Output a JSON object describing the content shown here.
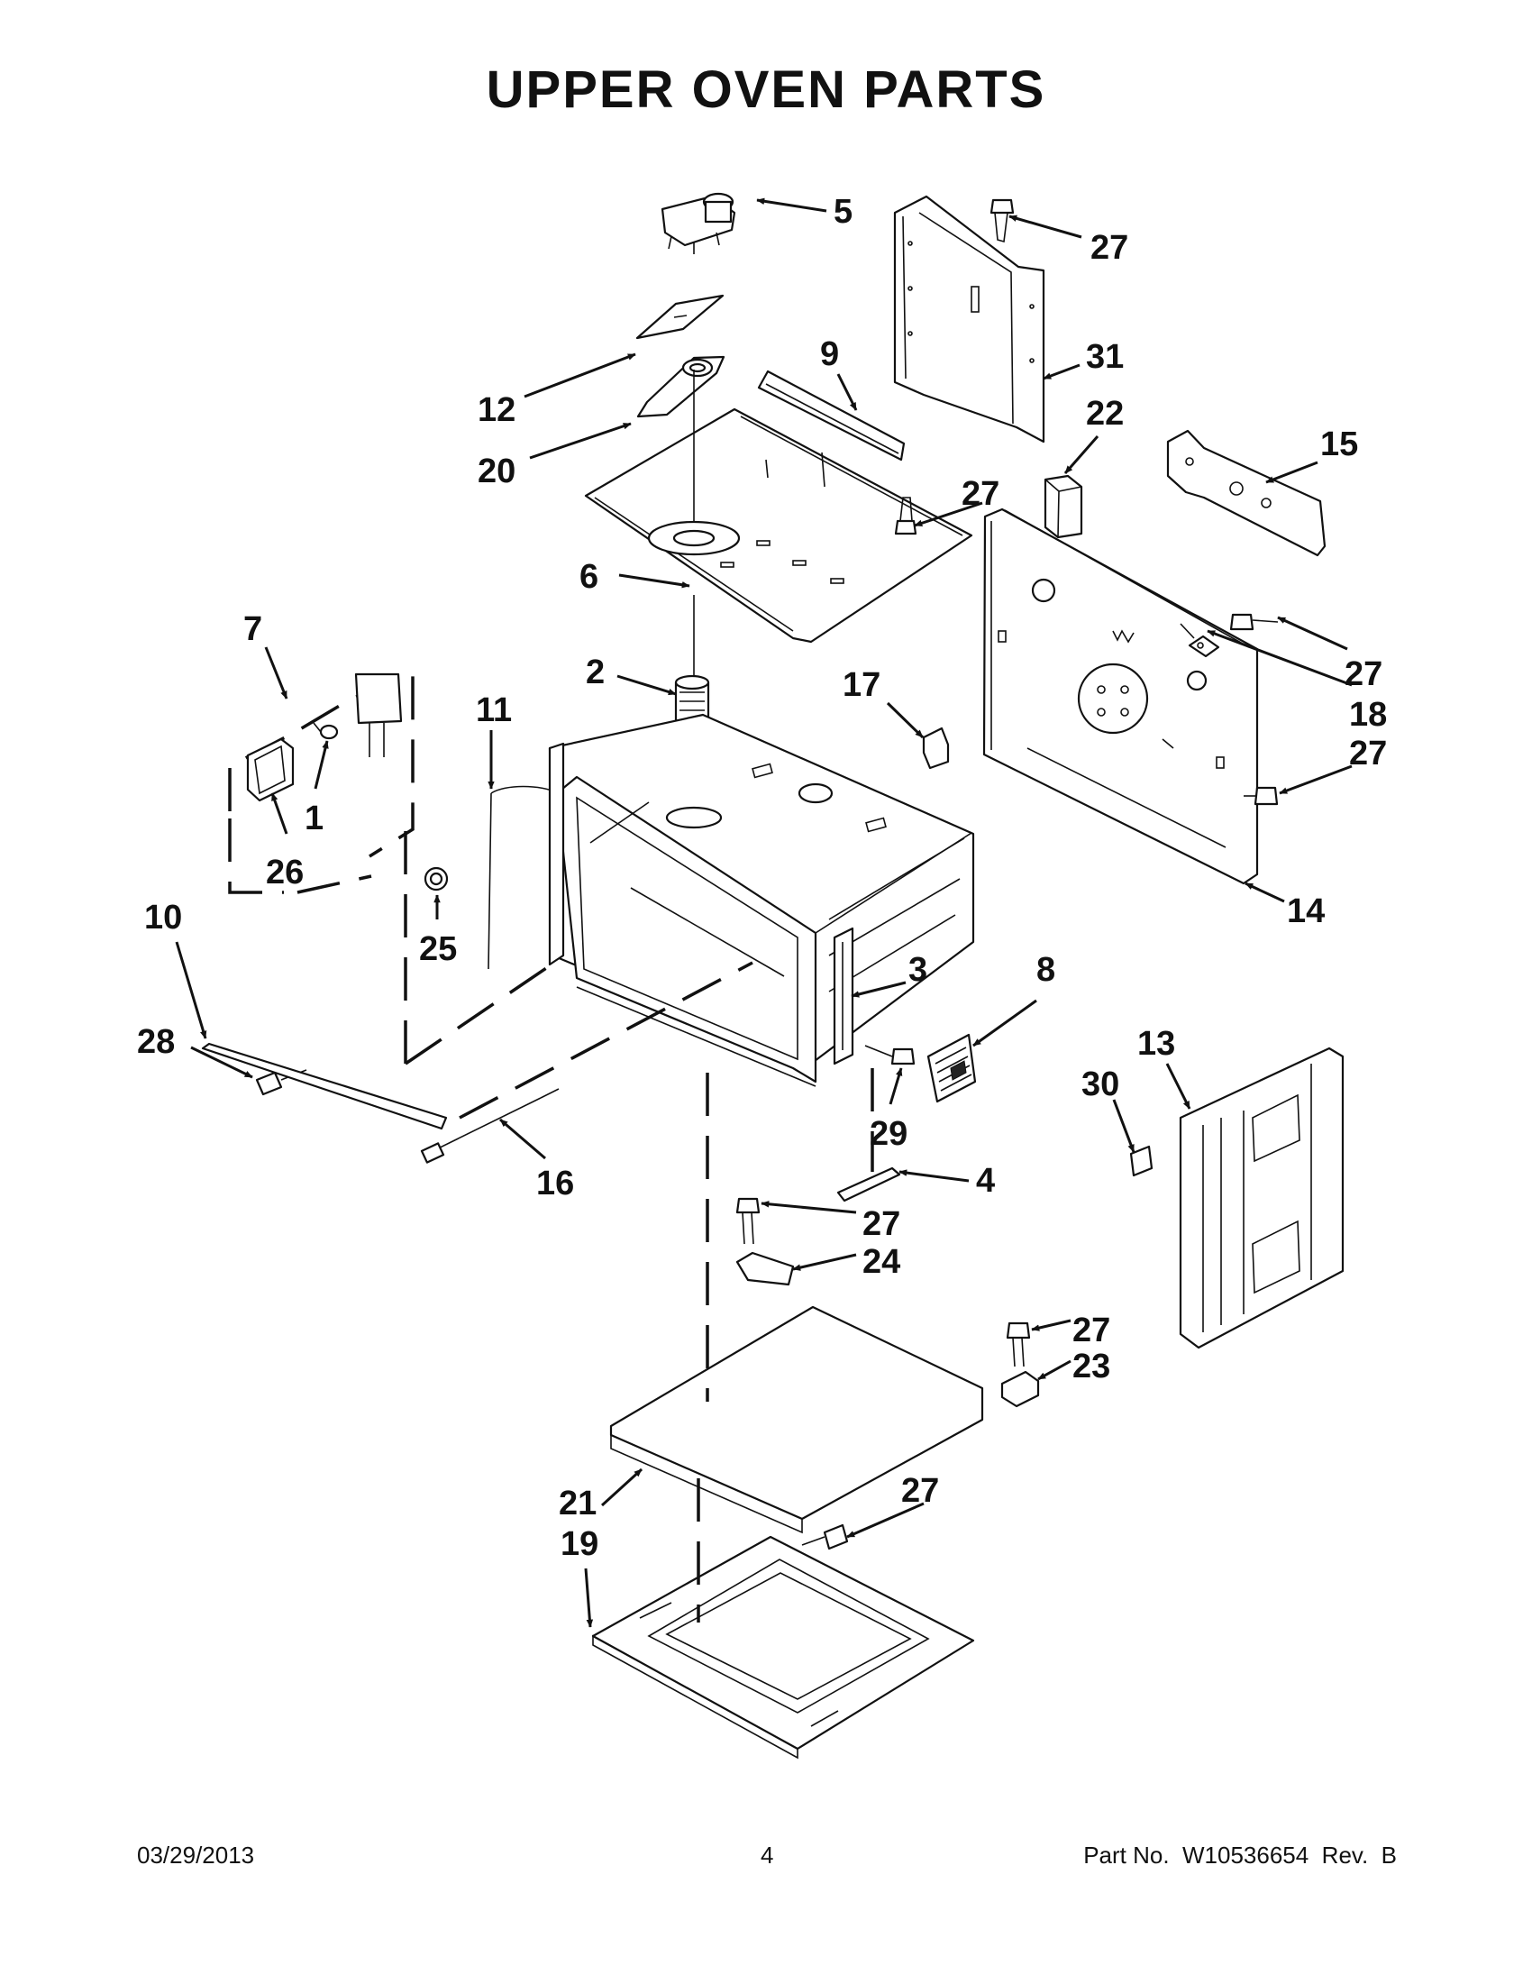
{
  "title": "UPPER OVEN PARTS",
  "footer": {
    "date": "03/29/2013",
    "page": "4",
    "part_no": "Part No.  W10536654  Rev.  B"
  },
  "callouts": [
    {
      "id": "c5",
      "label": "5"
    },
    {
      "id": "c27a",
      "label": "27"
    },
    {
      "id": "c31",
      "label": "31"
    },
    {
      "id": "c9",
      "label": "9"
    },
    {
      "id": "c12",
      "label": "12"
    },
    {
      "id": "c20",
      "label": "20"
    },
    {
      "id": "c22",
      "label": "22"
    },
    {
      "id": "c15",
      "label": "15"
    },
    {
      "id": "c27b",
      "label": "27"
    },
    {
      "id": "c6",
      "label": "6"
    },
    {
      "id": "c7",
      "label": "7"
    },
    {
      "id": "c2",
      "label": "2"
    },
    {
      "id": "c17",
      "label": "17"
    },
    {
      "id": "c27c",
      "label": "27"
    },
    {
      "id": "c18",
      "label": "18"
    },
    {
      "id": "c27d",
      "label": "27"
    },
    {
      "id": "c11",
      "label": "11"
    },
    {
      "id": "c1",
      "label": "1"
    },
    {
      "id": "c26",
      "label": "26"
    },
    {
      "id": "c25",
      "label": "25"
    },
    {
      "id": "c14",
      "label": "14"
    },
    {
      "id": "c10",
      "label": "10"
    },
    {
      "id": "c3",
      "label": "3"
    },
    {
      "id": "c8",
      "label": "8"
    },
    {
      "id": "c13",
      "label": "13"
    },
    {
      "id": "c28",
      "label": "28"
    },
    {
      "id": "c30",
      "label": "30"
    },
    {
      "id": "c29",
      "label": "29"
    },
    {
      "id": "c16",
      "label": "16"
    },
    {
      "id": "c4",
      "label": "4"
    },
    {
      "id": "c27e",
      "label": "27"
    },
    {
      "id": "c24",
      "label": "24"
    },
    {
      "id": "c27f",
      "label": "27"
    },
    {
      "id": "c23",
      "label": "23"
    },
    {
      "id": "c27g",
      "label": "27"
    },
    {
      "id": "c21",
      "label": "21"
    },
    {
      "id": "c19",
      "label": "19"
    }
  ]
}
